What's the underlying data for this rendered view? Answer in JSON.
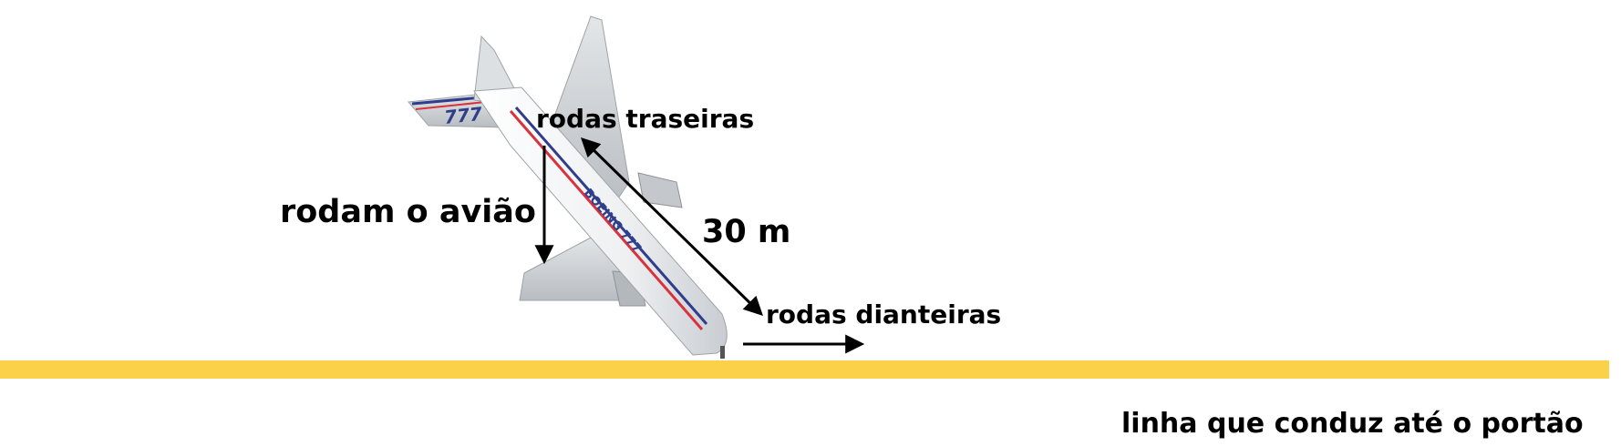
{
  "labels": {
    "rear_wheels": "rodas traseiras",
    "front_wheels": "rodas dianteiras",
    "rotate": "rodam o avião",
    "distance": "30 m",
    "guide_line": "linha que conduz até o portão"
  },
  "airplane": {
    "tail_text": "777",
    "fuselage_text": "BOEING 777"
  },
  "colors": {
    "guide_line": "#fcd14a",
    "fuselage": "#f4f5f6",
    "stripe_red": "#d8323c",
    "stripe_blue": "#2f3e8c",
    "arrow": "#000000"
  }
}
